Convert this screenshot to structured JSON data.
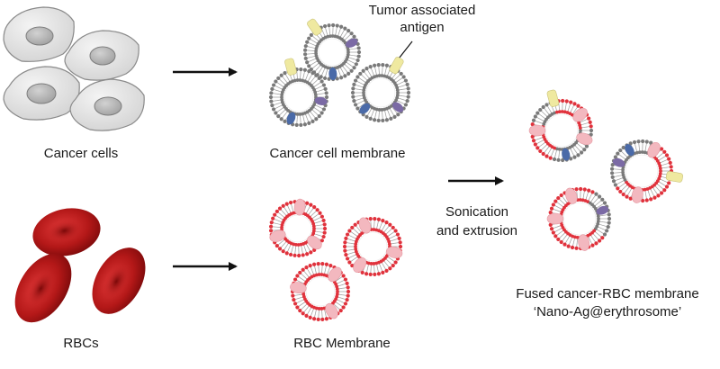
{
  "labels": {
    "cancer_cells": "Cancer cells",
    "cancer_cell_membrane": "Cancer cell membrane",
    "rbcs": "RBCs",
    "rbc_membrane": "RBC Membrane",
    "tumor_antigen_line1": "Tumor associated",
    "tumor_antigen_line2": "antigen",
    "process_line1": "Sonication",
    "process_line2": "and extrusion",
    "fused_line1": "Fused cancer-RBC membrane",
    "fused_line2": "‘Nano-Ag@erythrosome’"
  },
  "colors": {
    "cancer_membrane": "#7a7a7a",
    "rbc_membrane": "#e0323c",
    "rbc_protein": "#f3b8bf",
    "antigen_yellow": "#efe9a0",
    "antigen_blue": "#4a6aa8",
    "antigen_purple": "#7b6aa5",
    "rbc_fill": "#a10f12",
    "cancer_cell_fill": "#e6e6e6"
  }
}
